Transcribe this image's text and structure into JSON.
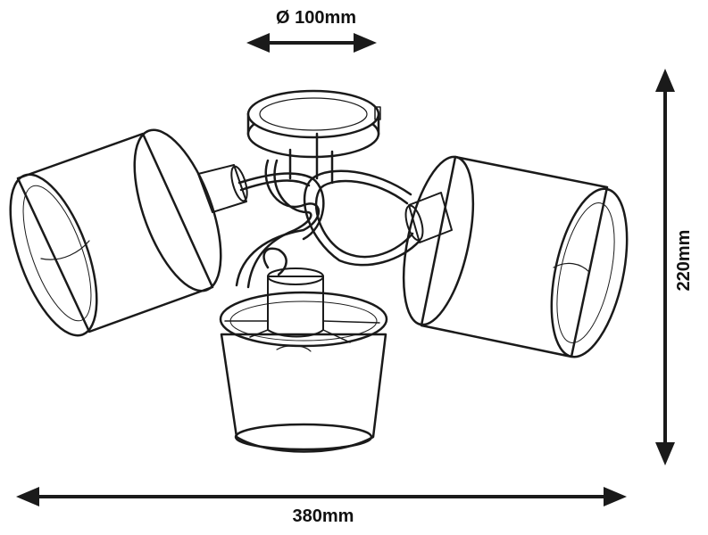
{
  "dimensions": {
    "base_diameter": "Ø 100mm",
    "height": "220mm",
    "width": "380mm"
  },
  "colors": {
    "line": "#1a1a1a",
    "background": "#ffffff",
    "texture": "#3a3a3a"
  }
}
